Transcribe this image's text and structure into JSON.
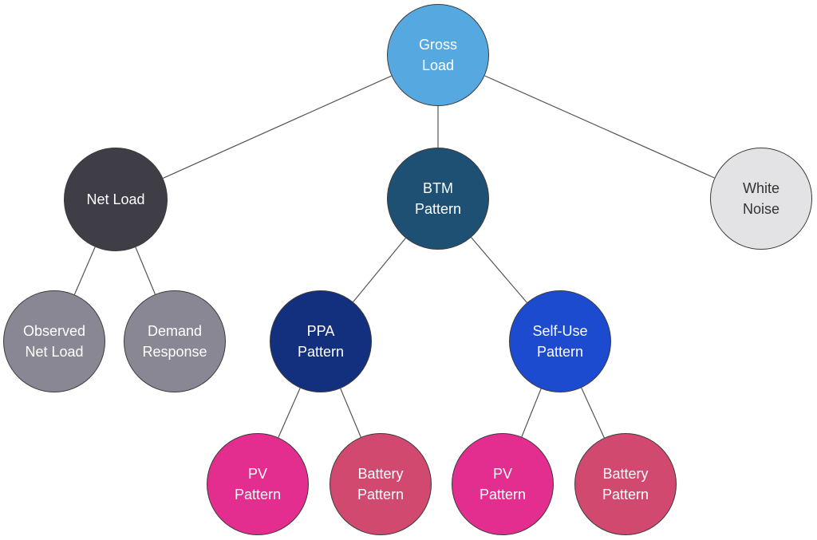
{
  "nodes": {
    "gross_load": {
      "lines": [
        "Gross",
        "Load"
      ],
      "color": "#56a9e0",
      "text_color": "#ffffff"
    },
    "net_load": {
      "lines": [
        "Net Load"
      ],
      "color": "#3f3e47",
      "text_color": "#ffffff"
    },
    "btm_pattern": {
      "lines": [
        "BTM",
        "Pattern"
      ],
      "color": "#1e5073",
      "text_color": "#ffffff"
    },
    "white_noise": {
      "lines": [
        "White",
        "Noise"
      ],
      "color": "#e3e3e5",
      "text_color": "#333333"
    },
    "observed_net_load": {
      "lines": [
        "Observed",
        "Net Load"
      ],
      "color": "#8a8794",
      "text_color": "#ffffff"
    },
    "demand_response": {
      "lines": [
        "Demand",
        "Response"
      ],
      "color": "#8a8794",
      "text_color": "#ffffff"
    },
    "ppa_pattern": {
      "lines": [
        "PPA",
        "Pattern"
      ],
      "color": "#13307e",
      "text_color": "#ffffff"
    },
    "self_use_pattern": {
      "lines": [
        "Self-Use",
        "Pattern"
      ],
      "color": "#1c4bd0",
      "text_color": "#ffffff"
    },
    "ppa_pv_pattern": {
      "lines": [
        "PV",
        "Pattern"
      ],
      "color": "#e32d8f",
      "text_color": "#ffffff"
    },
    "ppa_battery_pattern": {
      "lines": [
        "Battery",
        "Pattern"
      ],
      "color": "#d1496f",
      "text_color": "#ffffff"
    },
    "self_use_pv_pattern": {
      "lines": [
        "PV",
        "Pattern"
      ],
      "color": "#e32d8f",
      "text_color": "#ffffff"
    },
    "self_use_battery_pattern": {
      "lines": [
        "Battery",
        "Pattern"
      ],
      "color": "#d1496f",
      "text_color": "#ffffff"
    }
  },
  "edges": [
    [
      "gross_load",
      "net_load"
    ],
    [
      "gross_load",
      "btm_pattern"
    ],
    [
      "gross_load",
      "white_noise"
    ],
    [
      "net_load",
      "observed_net_load"
    ],
    [
      "net_load",
      "demand_response"
    ],
    [
      "btm_pattern",
      "ppa_pattern"
    ],
    [
      "btm_pattern",
      "self_use_pattern"
    ],
    [
      "ppa_pattern",
      "ppa_pv_pattern"
    ],
    [
      "ppa_pattern",
      "ppa_battery_pattern"
    ],
    [
      "self_use_pattern",
      "self_use_pv_pattern"
    ],
    [
      "self_use_pattern",
      "self_use_battery_pattern"
    ]
  ]
}
